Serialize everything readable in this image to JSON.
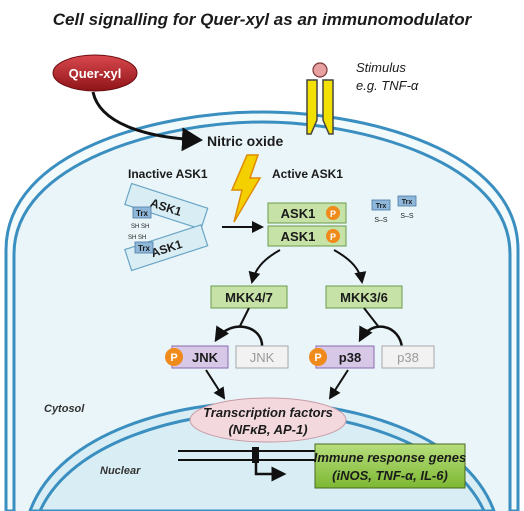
{
  "title": "Cell signalling for Quer-xyl as an immunomodulator",
  "quer_xyl": "Quer-xyl",
  "stimulus": {
    "line1": "Stimulus",
    "line2": "e.g. TNF-α"
  },
  "nitric_oxide": "Nitric oxide",
  "inactive_ask1": "Inactive ASK1",
  "active_ask1": "Active ASK1",
  "ask1": "ASK1",
  "trx": "Trx",
  "sh": "SH",
  "ss": "S–S",
  "p": "P",
  "mkk47": "MKK4/7",
  "mkk36": "MKK3/6",
  "jnk": "JNK",
  "p38": "p38",
  "cytosol": "Cytosol",
  "nuclear": "Nuclear",
  "tf": {
    "line1": "Transcription factors",
    "line2": "(NFκB, AP-1)"
  },
  "genes": {
    "line1": "Immune response genes",
    "line2": "(iNOS, TNF-α, IL-6)"
  },
  "colors": {
    "quer": "#b01e24",
    "membrane": "#3b8fc0",
    "cytoplasm": "#eef7fa",
    "green_box": "#c6e2a6",
    "purple_box": "#d6c8e6",
    "phospho": "#f08a1a",
    "trx_box": "#8fb7d9",
    "gene_box": "#8cc63f",
    "tf_ellipse": "#f3d9de"
  }
}
